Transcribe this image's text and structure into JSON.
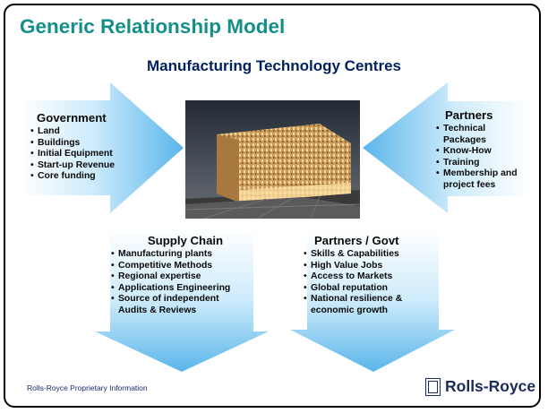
{
  "slide": {
    "title": "Generic Relationship Model",
    "subtitle": "Manufacturing Technology Centres"
  },
  "blocks": {
    "government": {
      "heading": "Government",
      "items": [
        "Land",
        "Buildings",
        "Initial Equipment",
        "Start-up Revenue",
        "Core funding"
      ]
    },
    "partners": {
      "heading": "Partners",
      "items": [
        "Technical Packages",
        "Know-How",
        "Training",
        "Membership and project fees"
      ]
    },
    "supply_chain": {
      "heading": "Supply Chain",
      "items": [
        "Manufacturing plants",
        "Competitive Methods",
        "Regional expertise",
        "Applications Engineering",
        "Source of independent Audits & Reviews"
      ]
    },
    "partners_govt": {
      "heading": "Partners / Govt",
      "items": [
        "Skills & Capabilities",
        "High Value Jobs",
        "Access to Markets",
        "Global reputation",
        "National resilience & economic growth"
      ]
    }
  },
  "footer": {
    "text": "Rolls-Royce Proprietary Information",
    "logo_text": "Rolls-Royce"
  },
  "colors": {
    "title": "#138f8a",
    "subtitle": "#00215e",
    "arrow_light": "#eef8fe",
    "arrow_dark": "#5ab5ea",
    "logo": "#1b2b5c"
  }
}
